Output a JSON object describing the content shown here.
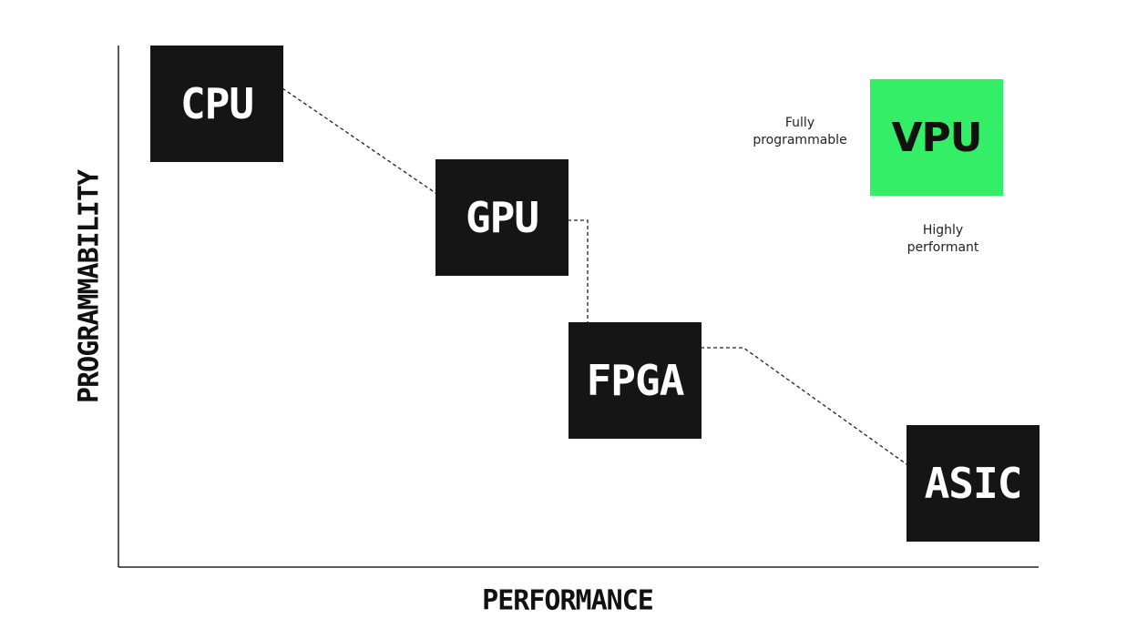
{
  "axes": {
    "x_label": "PERFORMANCE",
    "y_label": "PROGRAMMABILITY"
  },
  "nodes": [
    {
      "id": "cpu",
      "label": "CPU"
    },
    {
      "id": "gpu",
      "label": "GPU"
    },
    {
      "id": "fpga",
      "label": "FPGA"
    },
    {
      "id": "asic",
      "label": "ASIC"
    },
    {
      "id": "vpu",
      "label": "VPU"
    }
  ],
  "vpu_notes": {
    "programmable_line1": "Fully",
    "programmable_line2": "programmable",
    "performant_line1": "Highly",
    "performant_line2": "performant"
  },
  "colors": {
    "box": "#151515",
    "vpu": "#33ee66",
    "axis": "#222222"
  }
}
